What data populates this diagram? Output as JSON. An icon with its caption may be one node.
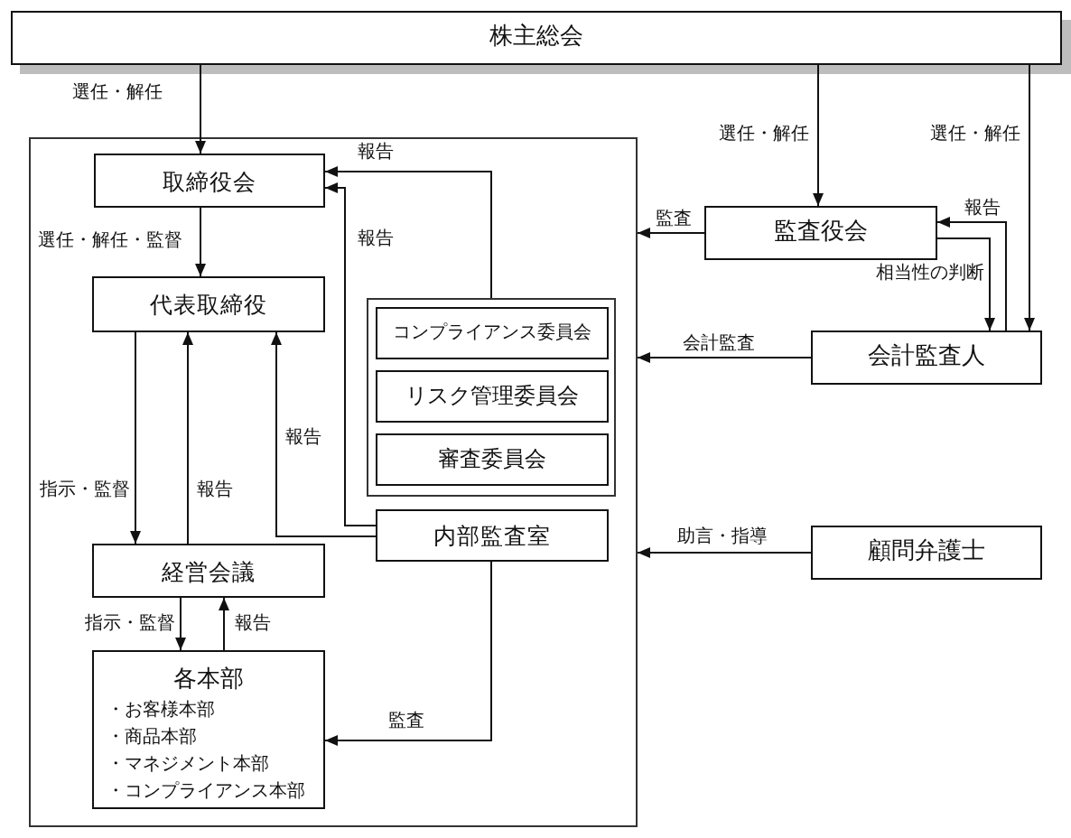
{
  "diagram": {
    "nodes": [
      {
        "text": [
          "株主総会"
        ]
      },
      {
        "text": [],
        "shape": "box"
      },
      {
        "text": [
          "取締役会"
        ],
        "in": 1
      },
      {
        "text": [
          "代表取締役"
        ],
        "in": 1
      },
      {
        "text": [],
        "shape": "box",
        "in": 1
      },
      {
        "text": [
          "コンプライアンス委員会"
        ],
        "in": 4
      },
      {
        "text": [
          "リスク管理委員会"
        ],
        "in": 4
      },
      {
        "text": [
          "審査委員会"
        ],
        "in": 4
      },
      {
        "text": [
          "内部監査室"
        ],
        "in": 1
      },
      {
        "text": [
          "経営会議"
        ],
        "in": 1
      },
      {
        "text": [
          "各本部",
          "・お客様本部",
          "・商品本部",
          "・マネジメント本部",
          "・コンプライアンス本部"
        ],
        "in": 1
      },
      {
        "text": [
          "監査役会"
        ]
      },
      {
        "text": [
          "会計監査人"
        ]
      },
      {
        "text": [
          "顧問弁護士"
        ]
      }
    ],
    "edges": [
      {
        "from": 0,
        "to": 2,
        "arrow": "to",
        "label": "選任・解任"
      },
      {
        "from": 2,
        "to": 3,
        "arrow": "to",
        "label": "選任・解任・監督"
      },
      {
        "from": 3,
        "to": 9,
        "arrow": "to",
        "label": "指示・監督"
      },
      {
        "from": 9,
        "to": 3,
        "arrow": "to",
        "label": "報告"
      },
      {
        "from": 8,
        "to": 3,
        "arrow": "to",
        "label": "報告"
      },
      {
        "from": 4,
        "to": 2,
        "arrow": "to",
        "label": "報告"
      },
      {
        "from": 8,
        "to": 2,
        "arrow": "to",
        "label": "報告"
      },
      {
        "from": 9,
        "to": 10,
        "arrow": "to",
        "label": "指示・監督"
      },
      {
        "from": 10,
        "to": 9,
        "arrow": "to",
        "label": "報告"
      },
      {
        "from": 8,
        "to": 10,
        "arrow": "to",
        "label": "監査"
      },
      {
        "from": 0,
        "to": 11,
        "arrow": "to",
        "label": "選任・解任"
      },
      {
        "from": 0,
        "to": 12,
        "arrow": "to",
        "label": "選任・解任"
      },
      {
        "from": 11,
        "to": 1,
        "arrow": "to",
        "label": "監査"
      },
      {
        "from": 12,
        "to": 11,
        "arrow": "to",
        "label": "報告"
      },
      {
        "from": 11,
        "to": 12,
        "arrow": "to",
        "label": "相当性の判断"
      },
      {
        "from": 12,
        "to": 1,
        "arrow": "to",
        "label": "会計監査"
      },
      {
        "from": 13,
        "to": 1,
        "arrow": "to",
        "label": "助言・指導"
      }
    ]
  }
}
